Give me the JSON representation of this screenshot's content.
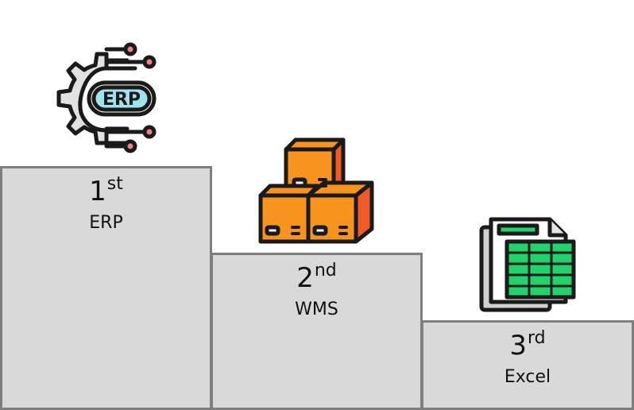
{
  "podium": [
    {
      "rank_num": "1",
      "rank_suffix": "st",
      "label": "ERP",
      "icon": "erp-gear-icon"
    },
    {
      "rank_num": "2",
      "rank_suffix": "nd",
      "label": "WMS",
      "icon": "stacked-boxes-icon"
    },
    {
      "rank_num": "3",
      "rank_suffix": "rd",
      "label": "Excel",
      "icon": "spreadsheet-icon"
    }
  ],
  "erp_icon_text": "ERP",
  "colors": {
    "step_fill": "#d9d9d9",
    "step_border": "#7f7f7f",
    "erp_badge": "#9fe3ef",
    "erp_dots": "#f07f8c",
    "box_orange": "#f8931d",
    "box_side": "#f05a24",
    "sheet_green": "#22d36b"
  }
}
